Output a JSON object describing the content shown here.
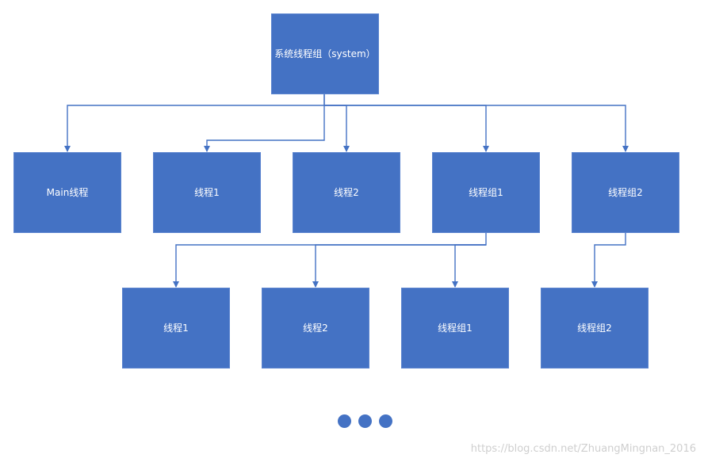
{
  "diagram": {
    "root": "系统线程组（system）",
    "level1": [
      "Main线程",
      "线程1",
      "线程2",
      "线程组1",
      "线程组2"
    ],
    "level2": [
      "线程1",
      "线程2",
      "线程组1",
      "线程组2"
    ]
  },
  "colors": {
    "node_fill": "#4472C4",
    "connector": "#4472C4",
    "dots": "#4472C4"
  },
  "footer": {
    "watermark": "https://blog.csdn.net/ZhuangMingnan_2016"
  }
}
